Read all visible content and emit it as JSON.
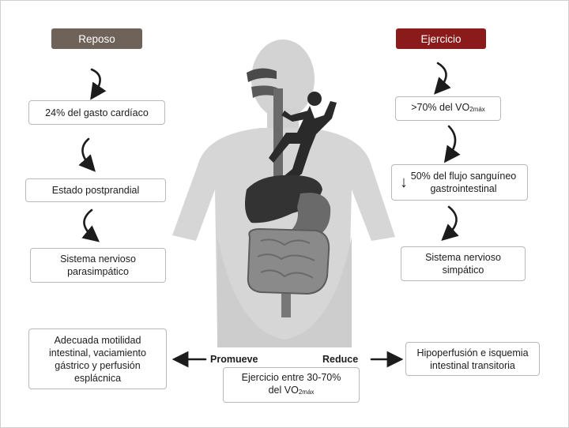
{
  "rest": {
    "title": "Reposo",
    "color": "#6e6259",
    "steps": [
      "24% del gasto cardíaco",
      "Estado postprandial",
      "Sistema nervioso",
      "parasimpático"
    ]
  },
  "exercise": {
    "title": "Ejercicio",
    "color": "#8b1a1a",
    "vo2_prefix": ">70% del VO",
    "vo2_sub": "2máx",
    "flow_line1": "50% del flujo sanguíneo",
    "flow_line2": "gastrointestinal",
    "flow_arrow": "↓",
    "sns_line1": "Sistema nervioso",
    "sns_line2": "simpático"
  },
  "bottom": {
    "promotes_label": "Promueve",
    "reduces_label": "Reduce",
    "left_box": [
      "Adecuada motilidad",
      "intestinal, vaciamiento",
      "gástrico y perfusión",
      "esplácnica"
    ],
    "right_box": [
      "Hipoperfusión e isquemia",
      "intestinal transitoria"
    ],
    "center_line1": "Ejercicio entre 30-70%",
    "center_prefix": "del VO",
    "center_sub": "2máx"
  },
  "illustration": {
    "icons": [
      "human-silhouette",
      "runner-silhouette",
      "liver-icon",
      "stomach-icon",
      "intestine-icon"
    ]
  }
}
